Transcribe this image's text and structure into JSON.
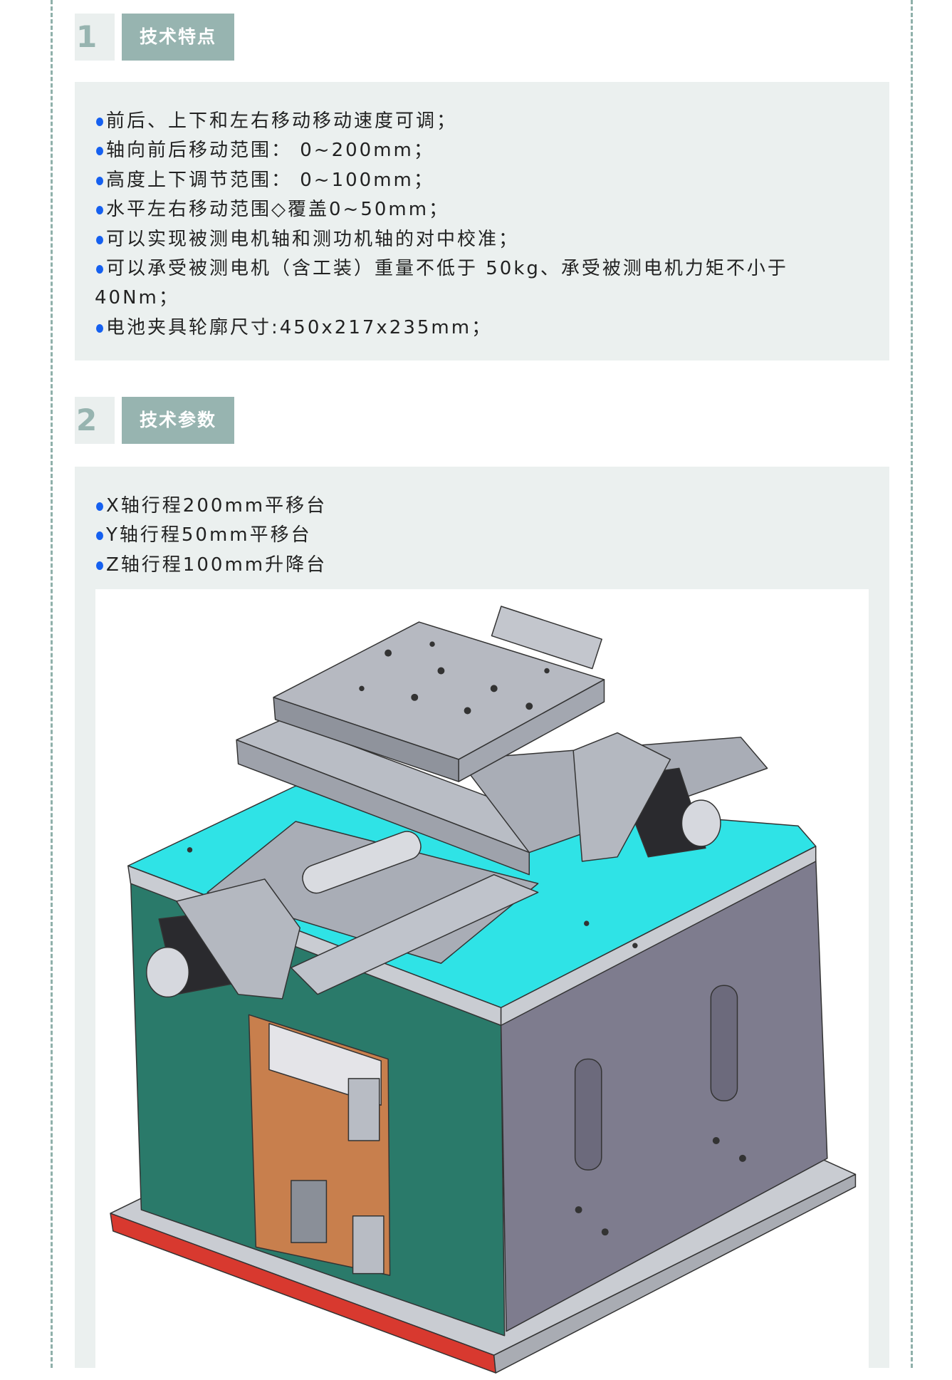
{
  "section1": {
    "number": "1",
    "title": "技术特点",
    "items": [
      "前后、上下和左右移动移动速度可调；",
      "轴向前后移动范围： 0~200mm；",
      "高度上下调节范围： 0~100mm；",
      "水平左右移动范围◇覆盖0~50mm；",
      "可以实现被测电机轴和测功机轴的对中校准；",
      "可以承受被测电机（含工装）重量不低于 50kg、承受被测电机力矩不小于",
      "电池夹具轮廓尺寸:450x217x235mm；"
    ],
    "item6_continuation": "40Nm；"
  },
  "section2": {
    "number": "2",
    "title": "技术参数",
    "items": [
      "X轴行程200mm平移台",
      "Y轴行程50mm平移台",
      "Z轴行程100mm升降台"
    ]
  },
  "colors": {
    "accent": "#97b4b0",
    "panel": "#ebf0ef",
    "bullet": "#1560f0"
  }
}
